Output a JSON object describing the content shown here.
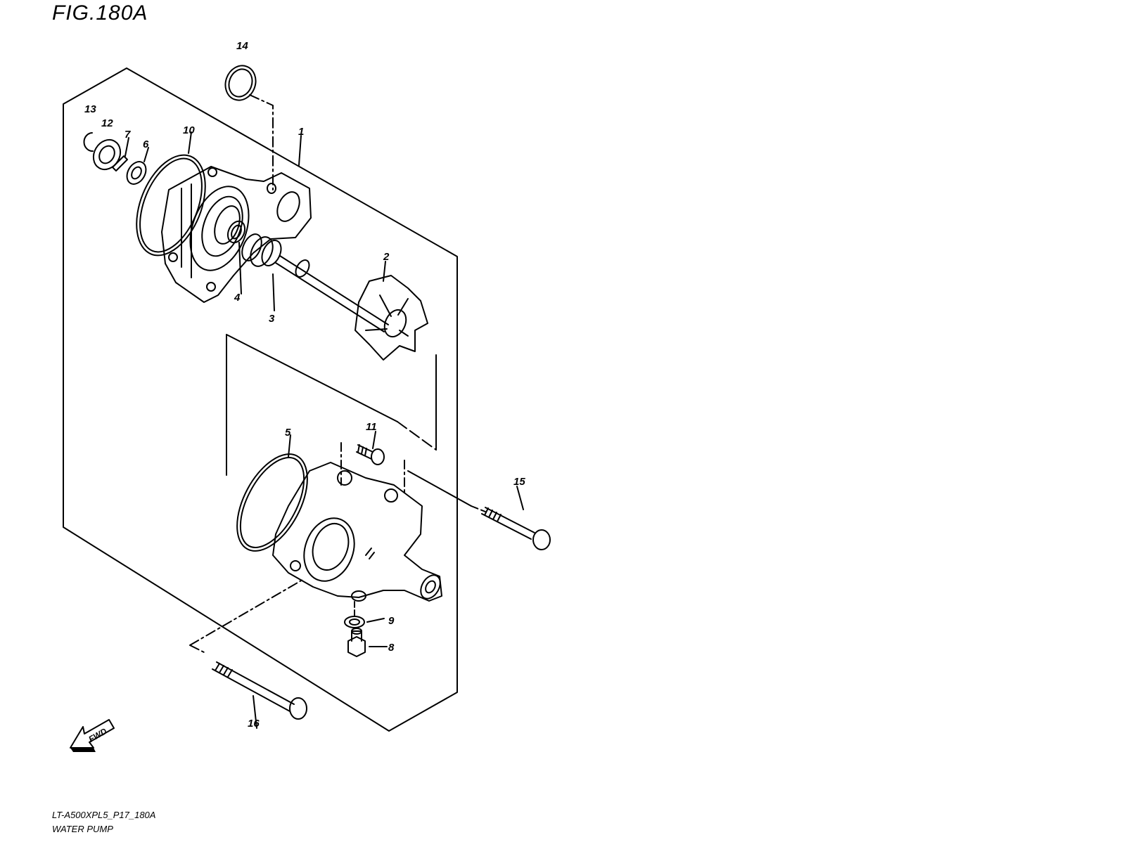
{
  "figure": {
    "title": "FIG.180A",
    "code": "LT-A500XPL5_P17_180A",
    "name": "WATER PUMP",
    "direction_label": "FWD"
  },
  "callouts": [
    "1",
    "2",
    "3",
    "4",
    "5",
    "6",
    "7",
    "8",
    "9",
    "10",
    "11",
    "12",
    "13",
    "14",
    "15",
    "16"
  ]
}
